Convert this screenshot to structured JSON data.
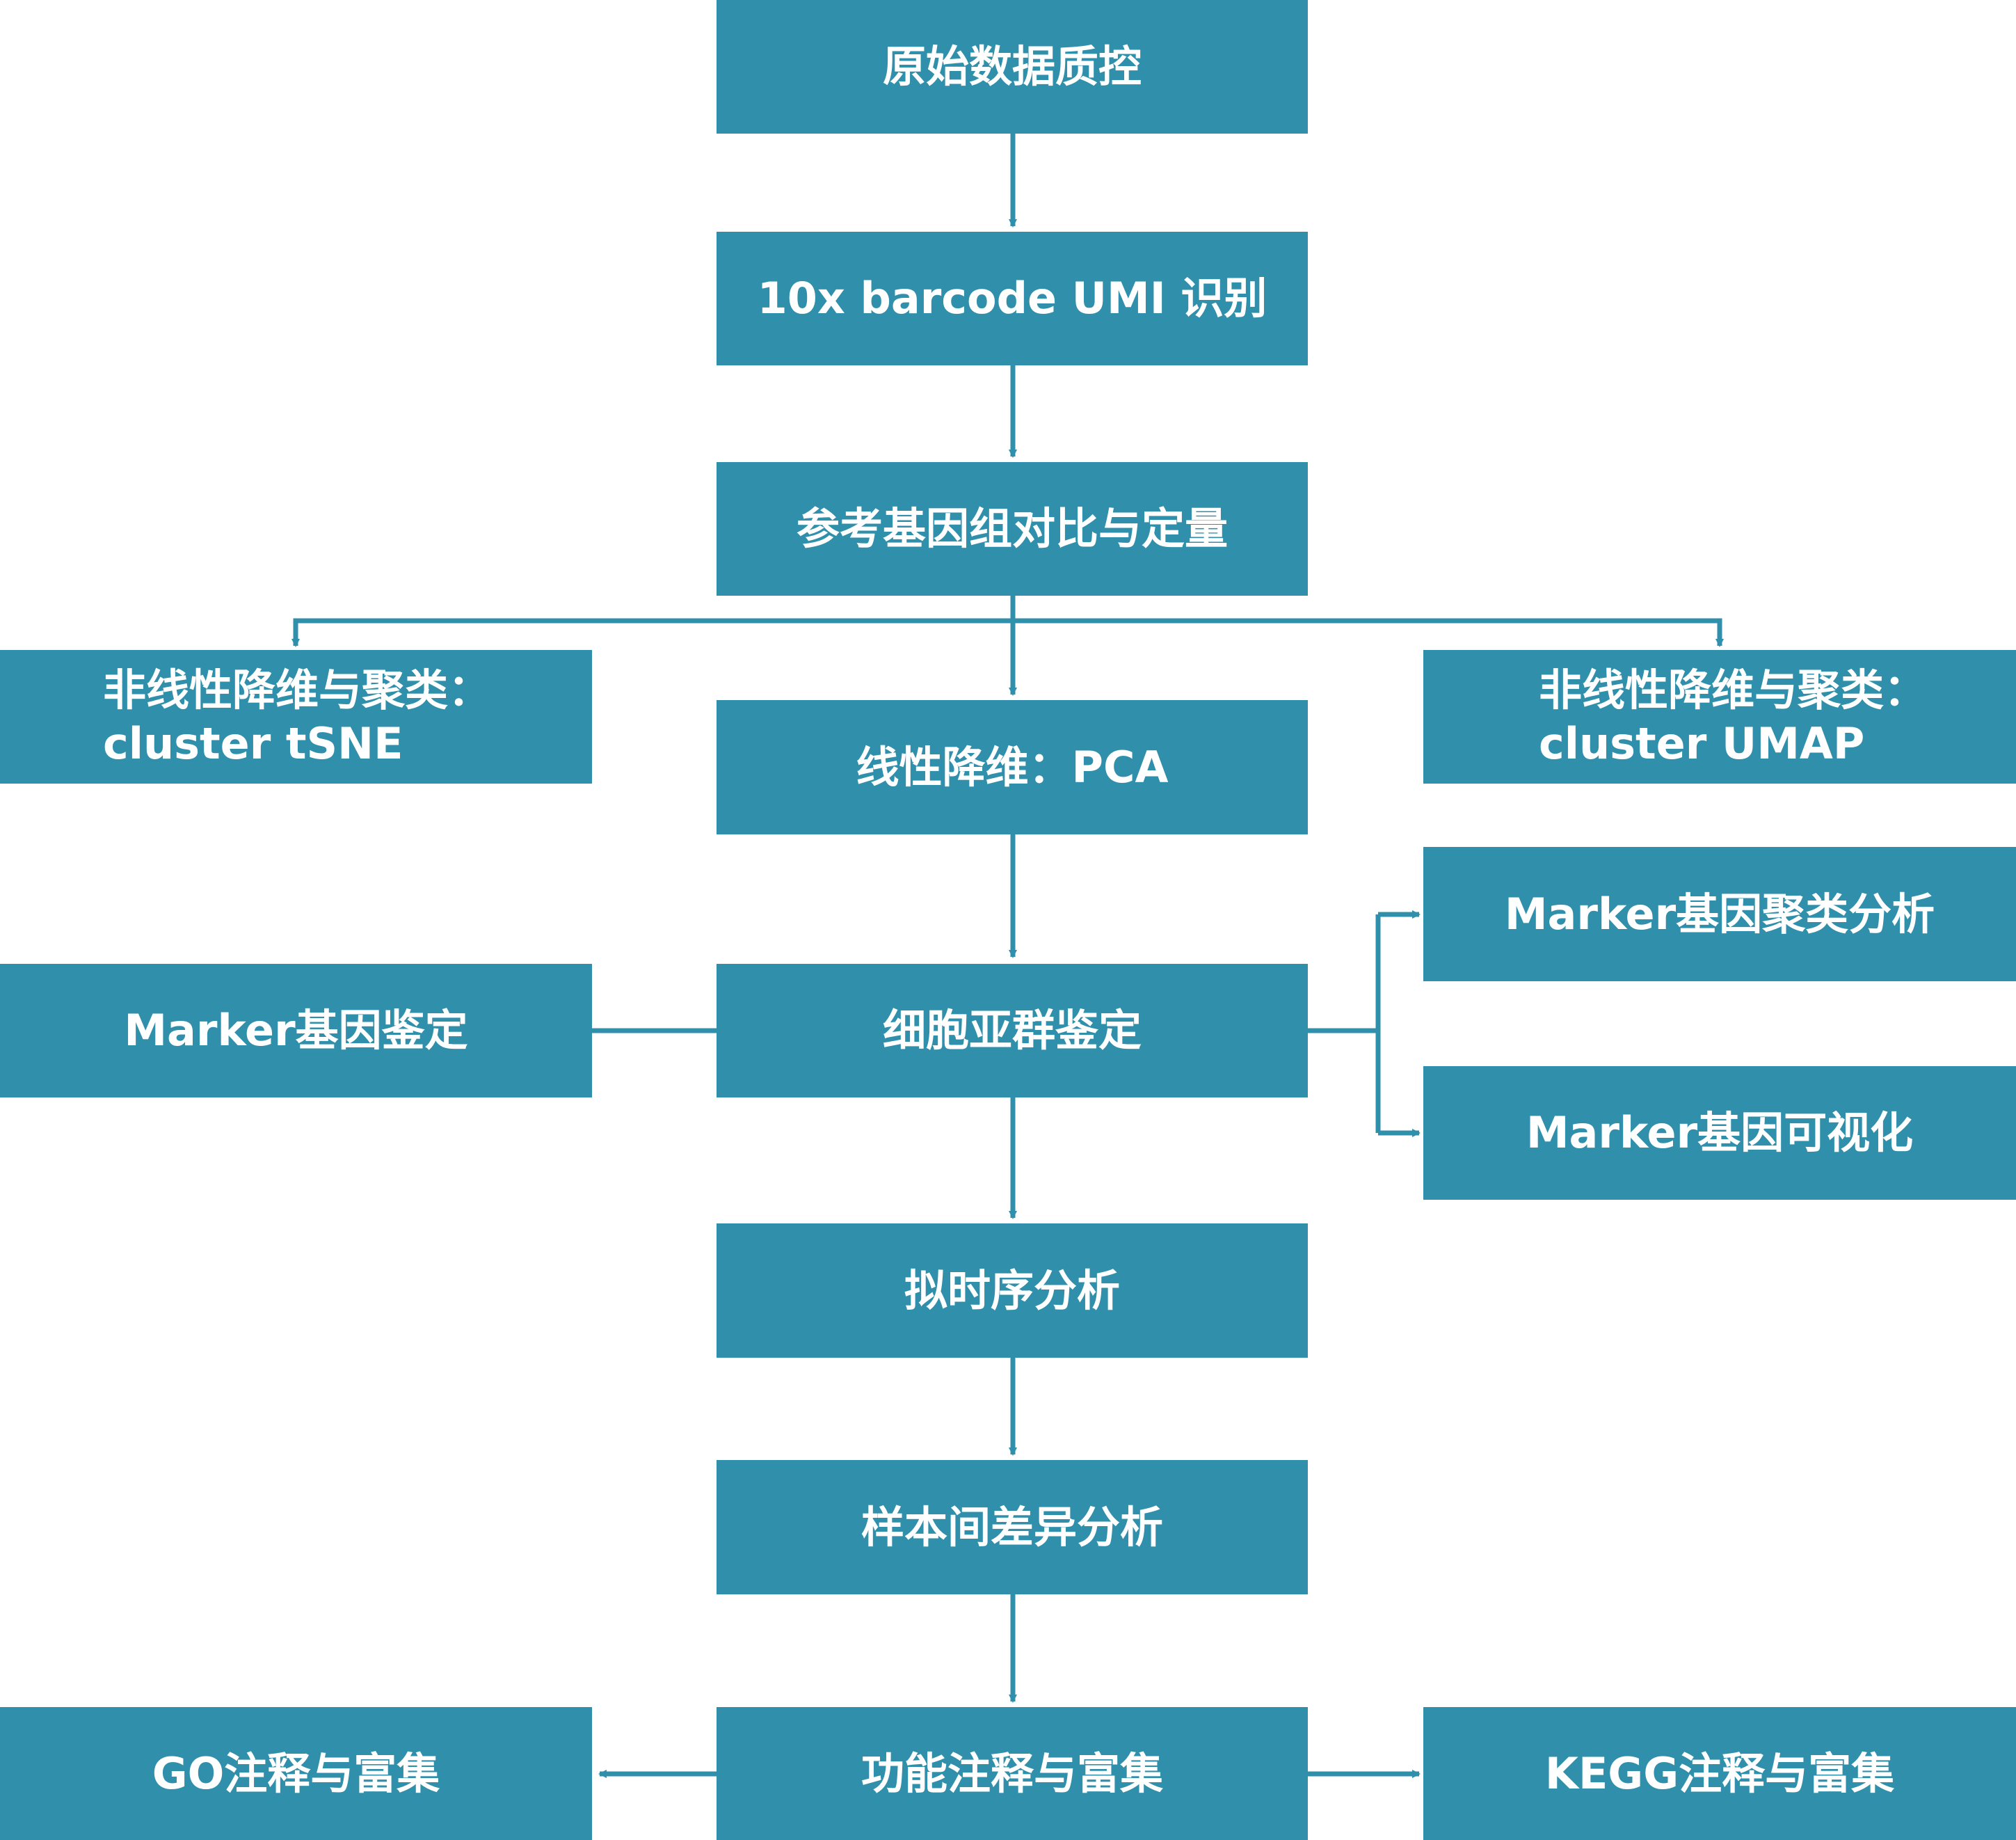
{
  "colors": {
    "box": "#3090ab",
    "text": "#ffffff",
    "line": "#3090ab"
  },
  "nodes": {
    "qc": "原始数据质控",
    "barcode": "10x barcode UMI 识别",
    "align": "参考基因组对比与定量",
    "tsne_line1": "非线性降维与聚类：",
    "tsne_line2": "cluster tSNE",
    "pca": "线性降维：PCA",
    "umap_line1": "非线性降维与聚类：",
    "umap_line2": "cluster UMAP",
    "marker_cluster": "Marker基因聚类分析",
    "marker_id": "Marker基因鉴定",
    "subgroup": "细胞亚群鉴定",
    "marker_vis": "Marker基因可视化",
    "pseudotime": "拟时序分析",
    "diff": "样本间差异分析",
    "func": "功能注释与富集",
    "go": "GO注释与富集",
    "kegg": "KEGG注释与富集"
  }
}
